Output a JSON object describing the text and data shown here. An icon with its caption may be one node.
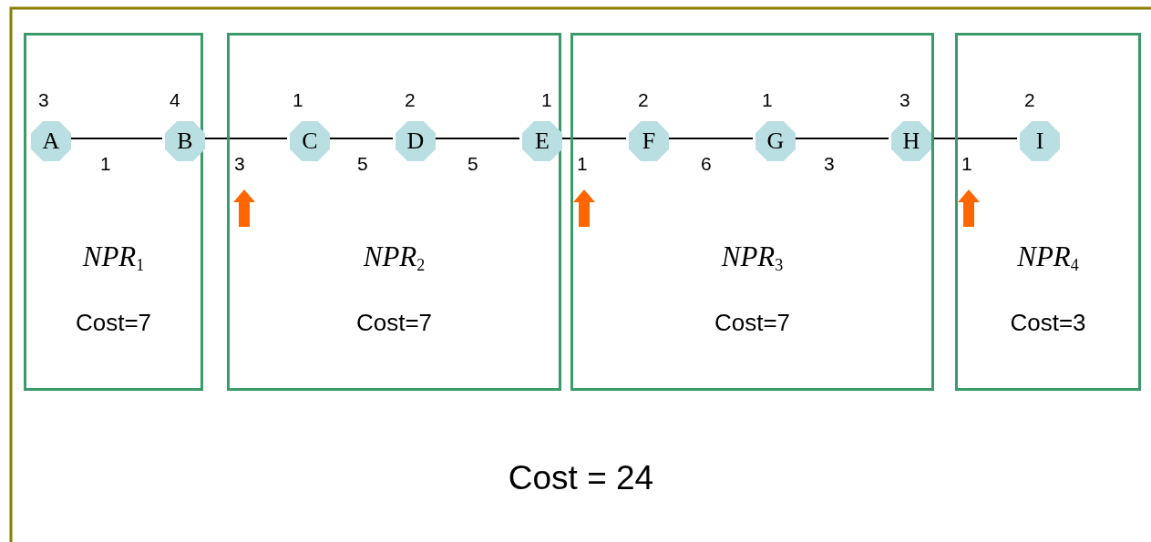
{
  "diagram": {
    "nodes": [
      {
        "text": [
          "*NPR*$_{1}$",
          "Cost=7"
        ]
      },
      {
        "text": [
          "*NPR*$_{2}$",
          "Cost=7"
        ]
      },
      {
        "text": [
          "*NPR*$_{3}$",
          "Cost=7"
        ]
      },
      {
        "text": [
          "*NPR*$_{4}$",
          "Cost=3"
        ]
      },
      {
        "text": [
          "A"
        ],
        "in": 0,
        "beside": [
          "3"
        ]
      },
      {
        "text": [
          "B"
        ],
        "in": 0,
        "beside": [
          "4"
        ]
      },
      {
        "text": [
          "C"
        ],
        "in": 1,
        "beside": [
          "1"
        ]
      },
      {
        "text": [
          "D"
        ],
        "in": 1,
        "beside": [
          "2"
        ]
      },
      {
        "text": [
          "E"
        ],
        "in": 1,
        "beside": [
          "1"
        ]
      },
      {
        "text": [
          "F"
        ],
        "in": 2,
        "beside": [
          "2"
        ]
      },
      {
        "text": [
          "G"
        ],
        "in": 2,
        "beside": [
          "1"
        ]
      },
      {
        "text": [
          "H"
        ],
        "in": 2,
        "beside": [
          "3"
        ]
      },
      {
        "text": [
          "I"
        ],
        "in": 3,
        "beside": [
          "2"
        ]
      }
    ],
    "edges": [
      {
        "from": 4,
        "to": 5,
        "arrow": "none",
        "label": "1"
      },
      {
        "from": 5,
        "to": 6,
        "arrow": "none",
        "label": "3"
      },
      {
        "from": 6,
        "to": 7,
        "arrow": "none",
        "label": "5"
      },
      {
        "from": 7,
        "to": 8,
        "arrow": "none",
        "label": "5"
      },
      {
        "from": 8,
        "to": 9,
        "arrow": "none",
        "label": "1"
      },
      {
        "from": 9,
        "to": 10,
        "arrow": "none",
        "label": "6"
      },
      {
        "from": 10,
        "to": 11,
        "arrow": "none",
        "label": "3"
      },
      {
        "from": 11,
        "to": 12,
        "arrow": "none",
        "label": "1"
      }
    ],
    "labels": [
      "Cost = 24"
    ]
  }
}
